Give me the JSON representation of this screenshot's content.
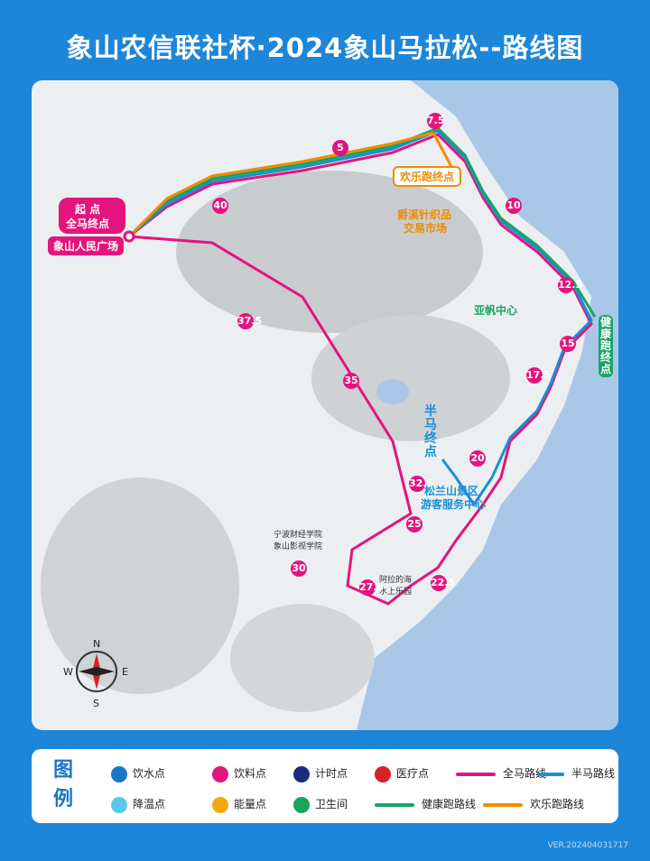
{
  "title": "象山农信联社杯·2024象山马拉松--路线图",
  "labels": {
    "start_line1": "起 点",
    "start_line2": "全马终点",
    "start_place": "象山人民广场",
    "fun_finish": "欢乐跑终点",
    "market_line1": "爵溪针织品",
    "market_line2": "交易市场",
    "yafan": "亚帆中心",
    "health_finish": "健康跑终点",
    "half_finish": "半马终点",
    "songlan_line1": "松兰山景区",
    "songlan_line2": "游客服务中心",
    "college_line1": "宁波财经学院",
    "college_line2": "象山影视学院",
    "water_park_line1": "阿拉的海",
    "water_park_line2": "水上乐园"
  },
  "km_markers": [
    "7.5",
    "5",
    "10",
    "12.5",
    "15",
    "17.5",
    "20",
    "22.5",
    "25",
    "27.5",
    "30",
    "32.5",
    "35",
    "37.5",
    "40"
  ],
  "legend": {
    "title_1": "图",
    "title_2": "例",
    "water": "饮水点",
    "drink": "饮料点",
    "timing": "计时点",
    "medical": "医疗点",
    "full_route": "全马路线",
    "half_route": "半马路线",
    "cooling": "降温点",
    "energy": "能量点",
    "toilet": "卫生间",
    "health_route": "健康跑路线",
    "fun_route": "欢乐跑路线"
  },
  "compass": {
    "n": "N",
    "s": "S",
    "e": "E",
    "w": "W"
  },
  "version": "VER.202404031717",
  "colors": {
    "full": "#e4147d",
    "half": "#1b8fd6",
    "health": "#17a564",
    "fun": "#f08c00",
    "bg": "#1d86d8"
  }
}
